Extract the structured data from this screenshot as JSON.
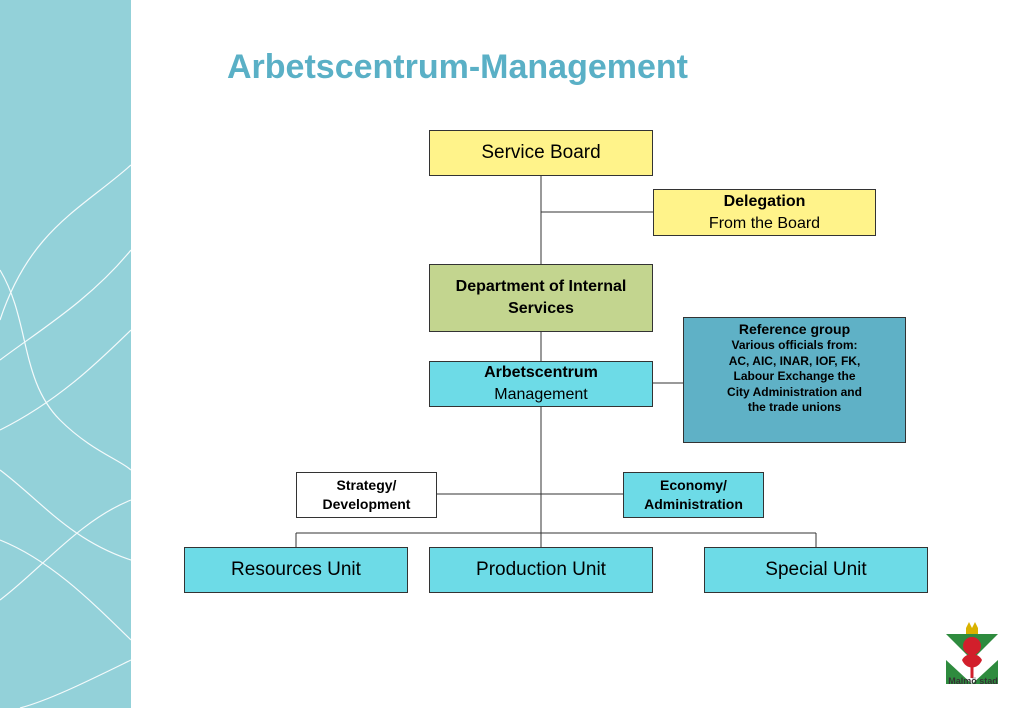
{
  "slide": {
    "title": "Arbetscentrum-Management"
  },
  "org_chart": {
    "service_board": "Service Board",
    "delegation": {
      "title": "Delegation",
      "subtitle": "From the Board"
    },
    "department": {
      "line1": "Department of Internal",
      "line2": "Services"
    },
    "reference_group": {
      "title": "Reference group",
      "lines": [
        "Various officials from:",
        "AC, AIC, INAR, IOF, FK,",
        "Labour Exchange the",
        "City Administration and",
        "the trade unions"
      ]
    },
    "arbetscentrum": {
      "title": "Arbetscentrum",
      "subtitle": "Management"
    },
    "strategy": {
      "line1": "Strategy/",
      "line2": "Development"
    },
    "economy": {
      "line1": "Economy/",
      "line2": "Administration"
    },
    "units": [
      "Resources Unit",
      "Production Unit",
      "Special Unit"
    ]
  },
  "logo": {
    "text": "Malmö stad"
  },
  "colors": {
    "title": "#5ab0c6",
    "sidebar": "#93d1d9",
    "yellow_box": "#fff38a",
    "green_box": "#c3d58f",
    "cyan_box": "#6ddbe7",
    "teal_box": "#5fb1c6"
  }
}
